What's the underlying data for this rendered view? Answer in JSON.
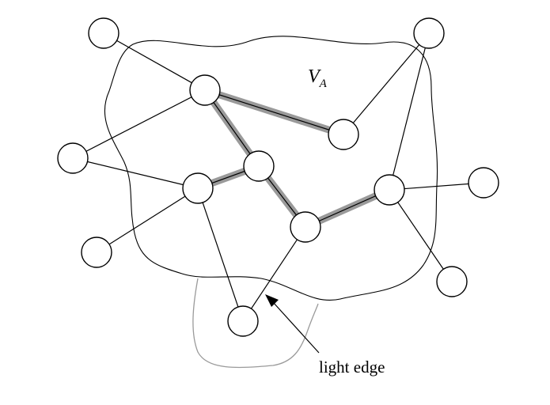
{
  "labels": {
    "region_symbol": "V",
    "region_subscript": "A",
    "arrow_text": "light edge"
  }
}
